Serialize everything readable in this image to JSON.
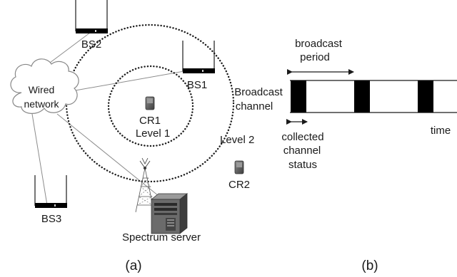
{
  "panel_a": {
    "cloud_label": [
      "Wired",
      "network"
    ],
    "base_stations": [
      {
        "id": "bs1",
        "label": "BS1"
      },
      {
        "id": "bs2",
        "label": "BS2"
      },
      {
        "id": "bs3",
        "label": "BS3"
      }
    ],
    "cr1": {
      "name": "CR1",
      "level": "Level 1"
    },
    "cr2": {
      "name": "CR2"
    },
    "outer_level": "Level 2",
    "server_label": "Spectrum server",
    "caption": "(a)"
  },
  "panel_b": {
    "period_label": [
      "broadcast",
      "period"
    ],
    "channel_label": [
      "Broadcast",
      "channel"
    ],
    "collected_label": [
      "collected",
      "channel",
      "status"
    ],
    "time_label": "time",
    "caption": "(b)",
    "slots": [
      1,
      2,
      3
    ]
  },
  "colors": {
    "line": "#1a1a1a",
    "slot_fill": "#000000",
    "device": "#5a5a5a",
    "link": "#8c8c8c"
  }
}
